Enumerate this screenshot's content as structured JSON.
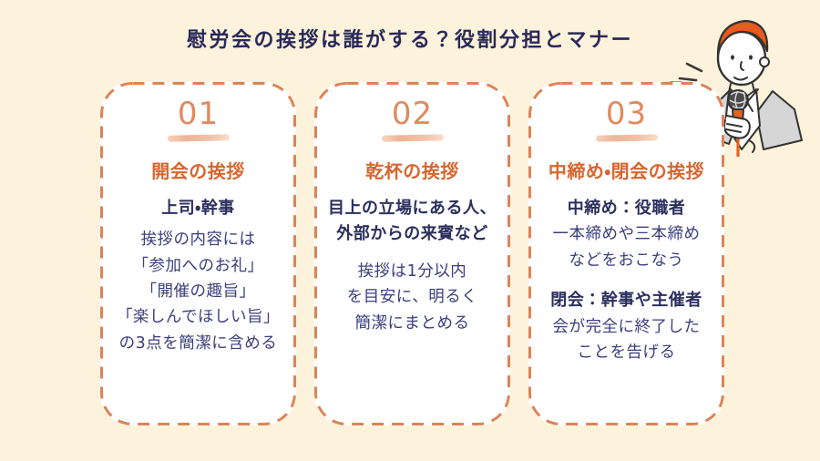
{
  "title": "慰労会の挨拶は誰がする？役割分担とマナー",
  "illustration": "man-speaking-into-microphone",
  "colors": {
    "background": "#fdf3dc",
    "card_background": "#ffffff",
    "card_border": "#dd8357",
    "number": "#e08a5f",
    "brush_underline": "#f2c3a8",
    "heading_orange": "#d7662e",
    "title_navy": "#29295a",
    "lead_navy": "#2b2f5e",
    "body_navy": "#3a3f7d",
    "hair_orange": "#e85a1d",
    "suit_gray": "#d6d6d6"
  },
  "cards": [
    {
      "number": "01",
      "heading": "開会の挨拶",
      "sections": [
        {
          "lead": [
            "上司・幹事"
          ],
          "body": [
            "挨拶の内容には",
            "「参加へのお礼」",
            "「開催の趣旨」",
            "「楽しんでほしい旨」",
            "の3点を簡潔に含める"
          ]
        }
      ]
    },
    {
      "number": "02",
      "heading": "乾杯の挨拶",
      "sections": [
        {
          "lead": [
            "目上の立場にある人、",
            "外部からの来賓など"
          ],
          "body": [
            "挨拶は1分以内",
            "を目安に、明るく",
            "簡潔にまとめる"
          ]
        }
      ]
    },
    {
      "number": "03",
      "heading": "中締め・閉会の挨拶",
      "sections": [
        {
          "lead": [
            "中締め：役職者"
          ],
          "body": [
            "一本締めや三本締め",
            "などをおこなう"
          ]
        },
        {
          "lead": [
            "閉会：幹事や主催者"
          ],
          "body": [
            "会が完全に終了した",
            "ことを告げる"
          ]
        }
      ]
    }
  ]
}
